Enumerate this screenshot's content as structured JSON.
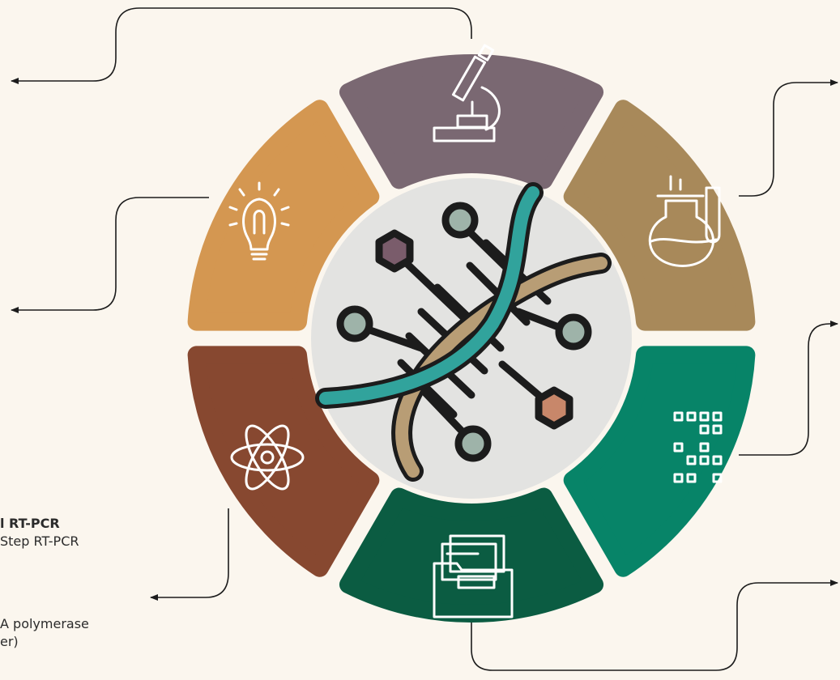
{
  "colors": {
    "background": "#fbf6ee",
    "segment_microscope": "#7a6872",
    "segment_flask": "#a8895a",
    "segment_qr": "#078468",
    "segment_folder": "#0b5c42",
    "segment_atom": "#874830",
    "segment_bulb": "#d49751",
    "center_disc": "#e3e3e1",
    "connector": "#1c1c1c",
    "dna_teal": "#31a39c",
    "dna_tan": "#b89d75",
    "node_grey": "#9eb3a9",
    "hex_purple": "#7a5c6b",
    "hex_copper": "#c8876a"
  },
  "icons": {
    "top": "microscope-icon",
    "upper_right": "flask-test-tube-icon",
    "lower_right": "qr-code-icon",
    "bottom": "folder-files-icon",
    "lower_left": "atom-icon",
    "upper_left": "light-bulb-icon",
    "center": "dna-helix-icon"
  },
  "text_fragments": {
    "heading": "l RT-PCR",
    "line_1": "Step RT-PCR",
    "line_2": "A polymerase",
    "line_3": "er)"
  }
}
